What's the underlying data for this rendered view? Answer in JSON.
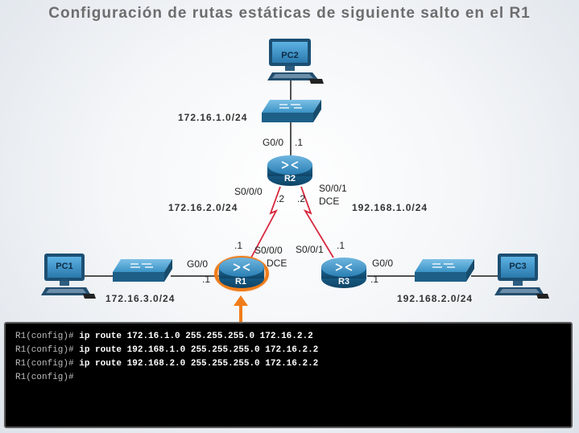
{
  "title": "Configuración de rutas estáticas de siguiente salto en el R1",
  "devices": {
    "pc1": "PC1",
    "pc2": "PC2",
    "pc3": "PC3",
    "r1": "R1",
    "r2": "R2",
    "r3": "R3"
  },
  "networks": {
    "lan_r2": "172.16.1.0/24",
    "wan_r1_r2": "172.16.2.0/24",
    "wan_r2_r3": "192.168.1.0/24",
    "lan_r1": "172.16.3.0/24",
    "lan_r3": "192.168.2.0/24"
  },
  "interfaces": {
    "r2_g00": "G0/0",
    "r2_g00_ip": ".1",
    "r2_s000": "S0/0/0",
    "r2_s000_ip": ".2",
    "r2_s001": "S0/0/1",
    "r2_s001_ip": ".2",
    "r2_dce": "DCE",
    "r1_s000": "S0/0/0",
    "r1_s000_ip": ".1",
    "r1_dce": "DCE",
    "r1_g00": "G0/0",
    "r1_g00_ip": ".1",
    "r3_s001": "S0/0/1",
    "r3_s001_ip": ".1",
    "r3_g00": "G0/0",
    "r3_g00_ip": ".1"
  },
  "terminal": {
    "lines": [
      {
        "prompt": "R1(config)#",
        "command": " ip route 172.16.1.0 255.255.255.0 172.16.2.2"
      },
      {
        "prompt": "R1(config)#",
        "command": " ip route 192.168.1.0 255.255.255.0 172.16.2.2"
      },
      {
        "prompt": "R1(config)#",
        "command": " ip route 192.168.2.0 255.255.255.0 172.16.2.2"
      },
      {
        "prompt": "R1(config)#",
        "command": ""
      }
    ]
  },
  "colors": {
    "link_serial": "#d7263d",
    "link_ethernet": "#1a1a1a",
    "router": "#1f6fa0",
    "switch": "#2a86b8",
    "highlight": "#f07d1a",
    "title": "#6d6d6d"
  }
}
